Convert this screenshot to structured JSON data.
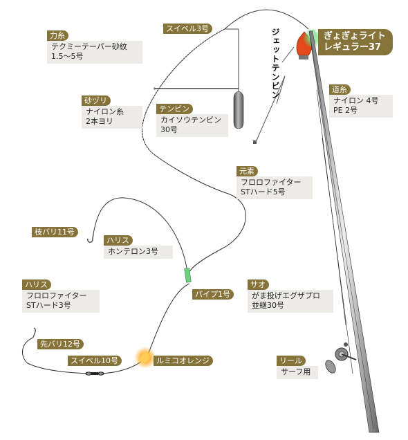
{
  "labels": {
    "rikiito": {
      "tag": "力糸",
      "lines": [
        "テクミーテーパー砂紋",
        "1.5〜5号"
      ]
    },
    "sunazuri": {
      "tag": "砂ヅリ",
      "lines": [
        "ナイロン糸",
        "2本ヨリ"
      ]
    },
    "tenbin": {
      "tag": "テンビン",
      "lines": [
        "カイソウテンビン",
        "30号"
      ]
    },
    "swivel3": {
      "tag": "スイベル3号"
    },
    "jet_tenbin": {
      "text": "ジェットテンビン"
    },
    "light": {
      "lines": [
        "ぎょぎょライト",
        "レギュラー37"
      ]
    },
    "michiito": {
      "tag": "道糸",
      "lines": [
        "ナイロン 4号",
        "PE 2号"
      ]
    },
    "motoito": {
      "tag": "元素",
      "lines": [
        "フロロファイター",
        "STハード5号"
      ]
    },
    "edabari": {
      "tag": "枝バリ11号"
    },
    "harisu1": {
      "tag": "ハリス",
      "lines": [
        "ホンテロン3号"
      ]
    },
    "harisu2": {
      "tag": "ハリス",
      "lines": [
        "フロロファイター",
        "STハード3号"
      ]
    },
    "pipe": {
      "tag": "パイプ1号"
    },
    "sao": {
      "tag": "サオ",
      "lines": [
        "がま投げエグザプロ",
        "並継30号"
      ]
    },
    "sakibari": {
      "tag": "先バリ12号"
    },
    "swivel10": {
      "tag": "スイベル10号"
    },
    "lumico": {
      "tag": "ルミコオレンジ"
    },
    "reel": {
      "tag": "リール",
      "lines": [
        "サーフ用"
      ]
    }
  },
  "colors": {
    "tag": "#86733a",
    "box": "#ecebe8",
    "line": "#333333",
    "sinker": "#6e6e6e",
    "float": "#e24a1e",
    "light": "#66dd77",
    "lumico": "#ffb030",
    "pipe": "#6fcf7f"
  }
}
